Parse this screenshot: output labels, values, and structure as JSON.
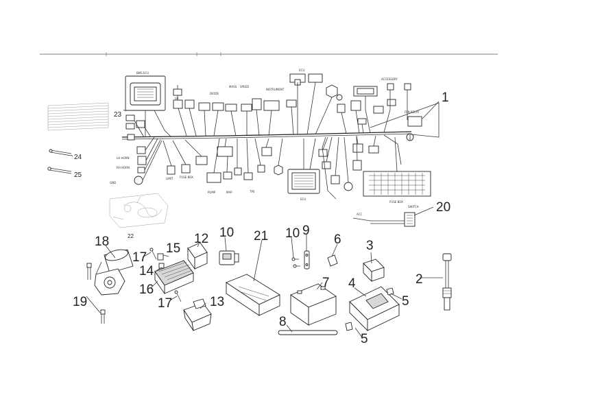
{
  "callouts": {
    "c1": "1",
    "c2": "2",
    "c3": "3",
    "c4": "4",
    "c5a": "5",
    "c5b": "5",
    "c6": "6",
    "c7": "7",
    "c8": "8",
    "c9": "9",
    "c10a": "10",
    "c10b": "10",
    "c12": "12",
    "c13": "13",
    "c14": "14",
    "c15": "15",
    "c16": "16",
    "c17a": "17",
    "c17b": "17",
    "c18": "18",
    "c19": "19",
    "c20": "20",
    "c21": "21",
    "c22": "22",
    "c23": "23",
    "c24": "24",
    "c25": "25"
  },
  "colors": {
    "ink": "#222222",
    "ghost": "#9a9a9a",
    "background": "#ffffff"
  },
  "icons": {
    "harness": "wiring-harness-icon",
    "relay": "relay-icon",
    "battery": "battery-icon",
    "ecu": "ecu-module-icon",
    "coil": "ignition-coil-icon",
    "starter": "starter-motor-icon",
    "regulator": "voltage-regulator-icon"
  }
}
